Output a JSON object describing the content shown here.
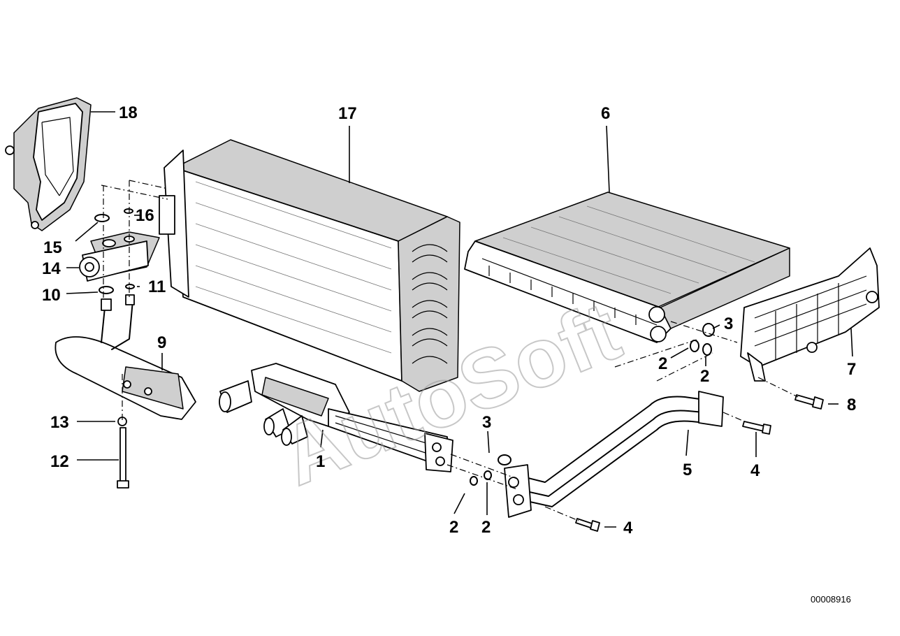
{
  "watermark": "AutoSoft",
  "drawing_id": "00008916",
  "labels": {
    "l1": "1",
    "l2a": "2",
    "l2b": "2",
    "l2c": "2",
    "l2d": "2",
    "l3a": "3",
    "l3b": "3",
    "l4a": "4",
    "l4b": "4",
    "l5": "5",
    "l6": "6",
    "l7": "7",
    "l8": "8",
    "l9": "9",
    "l10": "10",
    "l11": "11",
    "l12": "12",
    "l13": "13",
    "l14": "14",
    "l15": "15",
    "l16": "16",
    "l17": "17",
    "l18": "18"
  }
}
